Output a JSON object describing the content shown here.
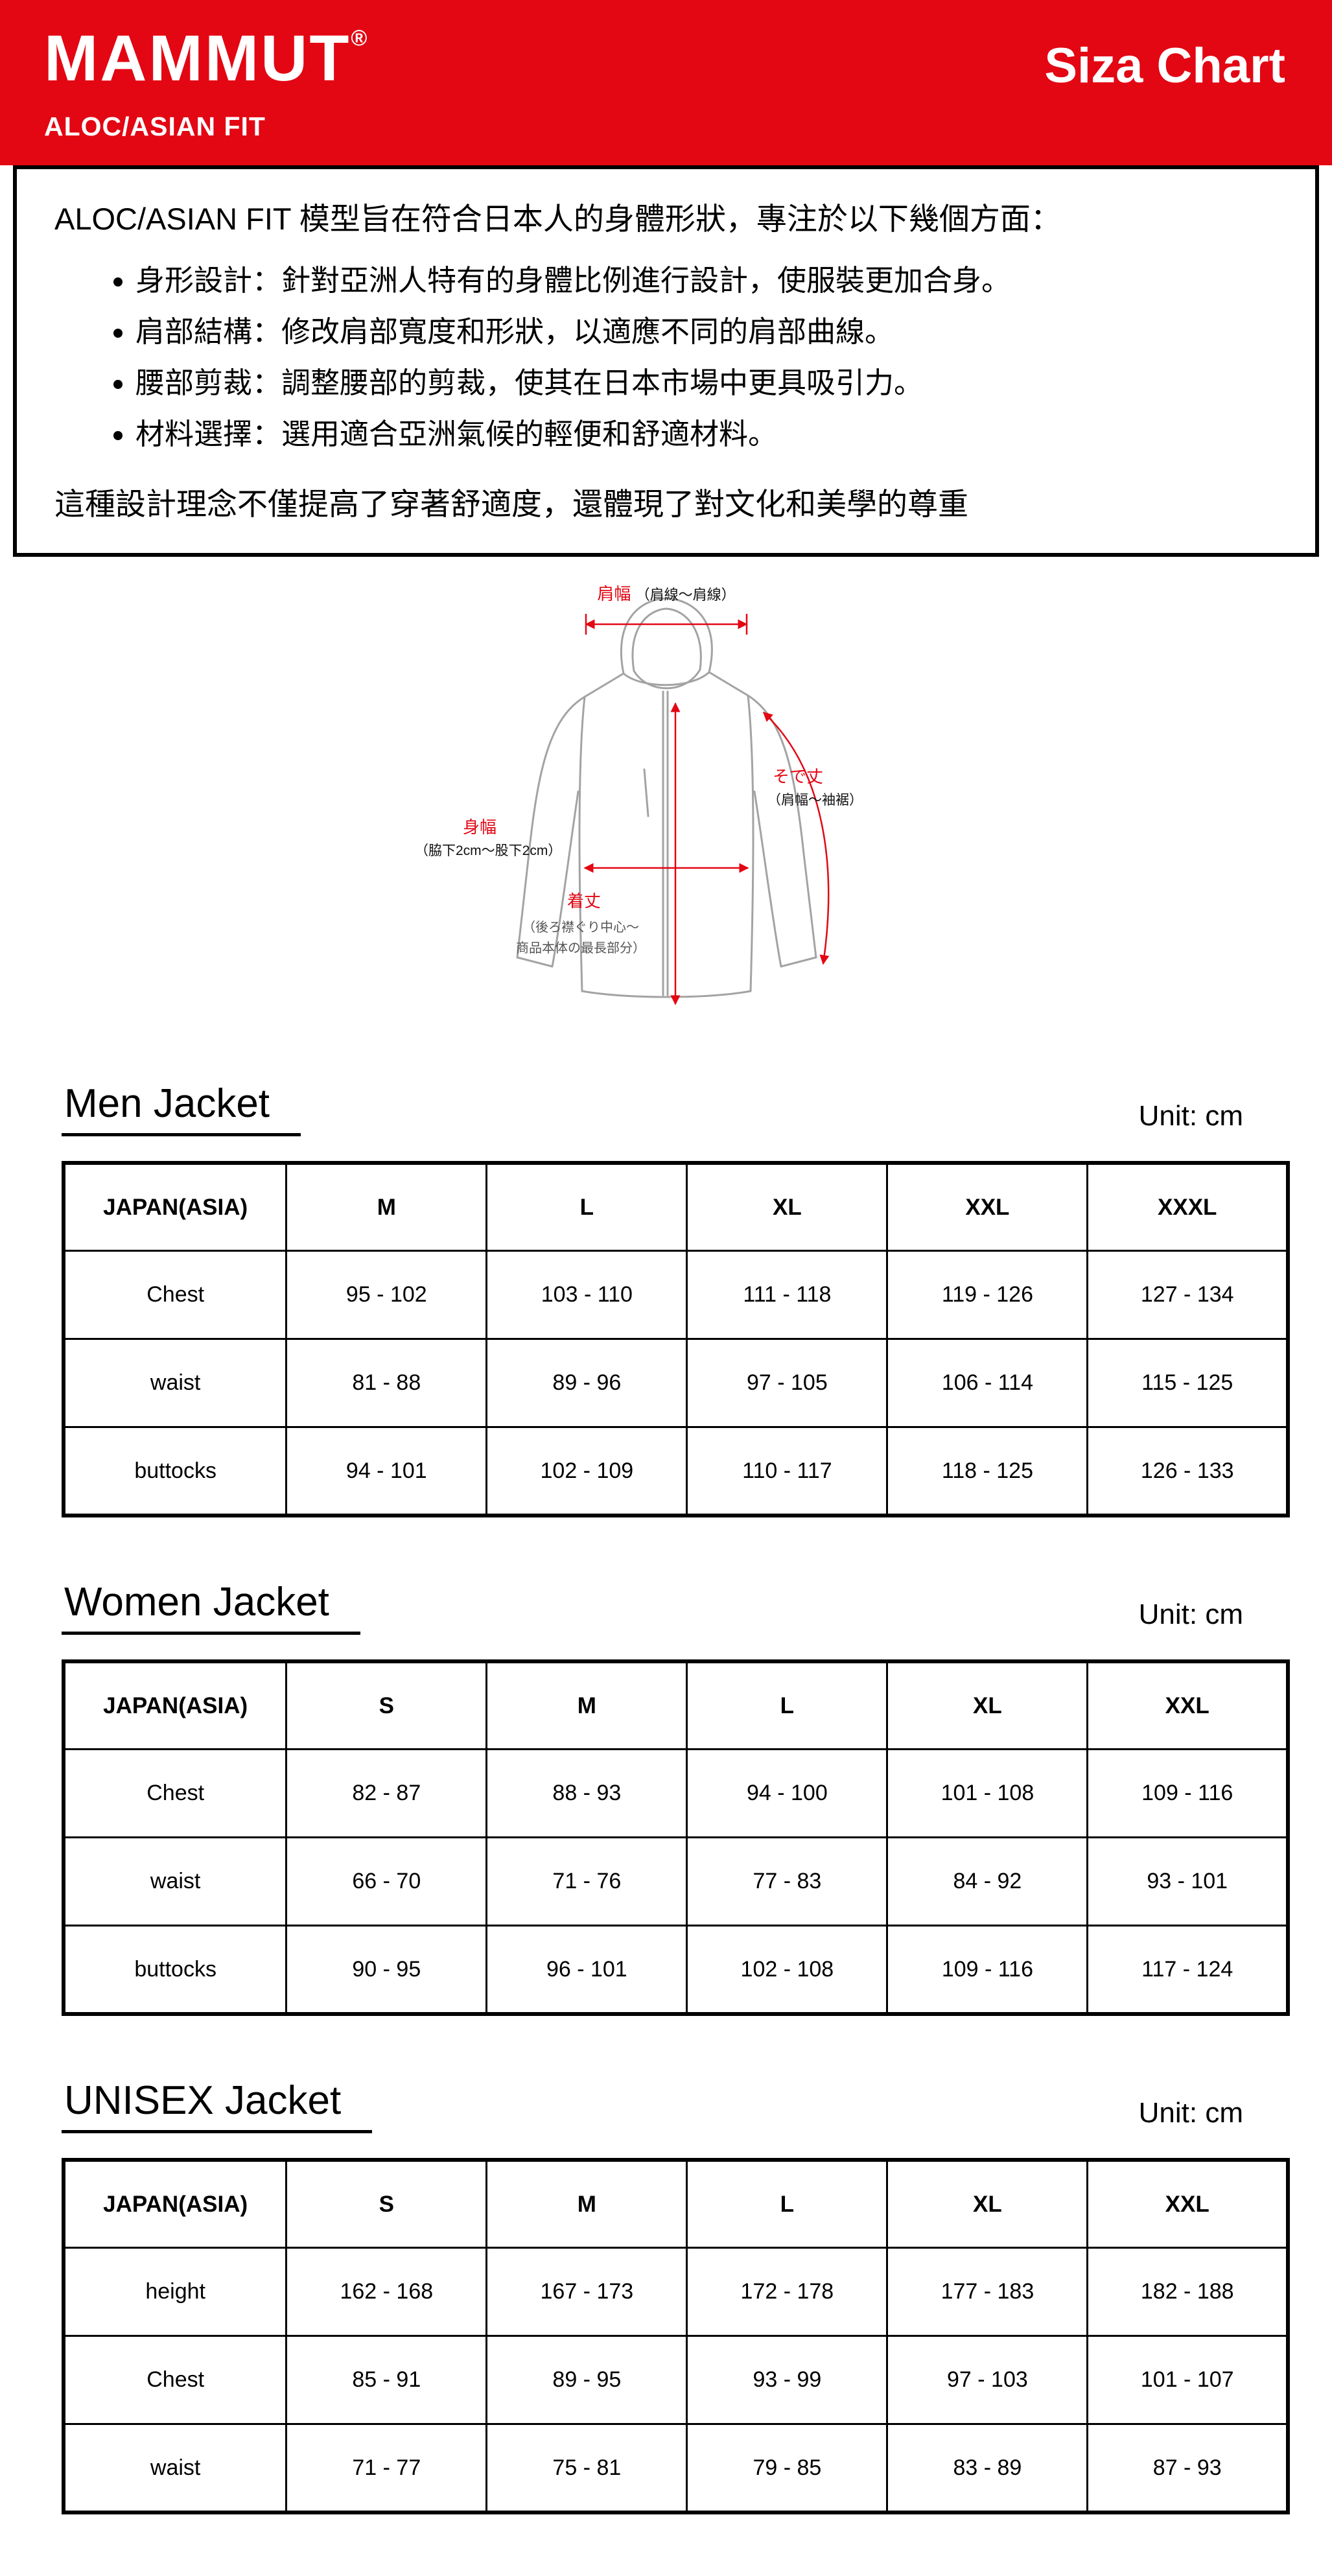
{
  "colors": {
    "brand_red": "#e30613"
  },
  "brand": {
    "logo": "MAMMUT",
    "registered": "®",
    "subtitle": "ALOC/ASIAN FIT",
    "page_title": "Siza Chart"
  },
  "intro": {
    "heading": "ALOC/ASIAN FIT 模型旨在符合日本人的身體形狀，專注於以下幾個方面：",
    "bullets": [
      "身形設計：針對亞洲人特有的身體比例進行設計，使服裝更加合身。",
      "肩部結構：修改肩部寬度和形狀，以適應不同的肩部曲線。",
      "腰部剪裁：調整腰部的剪裁，使其在日本市場中更具吸引力。",
      "材料選擇：選用適合亞洲氣候的輕便和舒適材料。"
    ],
    "footer": "這種設計理念不僅提高了穿著舒適度，還體現了對文化和美學的尊重"
  },
  "diagram": {
    "shoulder": {
      "red": "肩幅",
      "black": "（肩線～肩線）"
    },
    "sleeve": {
      "red": "そで丈",
      "black": "（肩幅～袖裾）"
    },
    "body_width": {
      "red": "身幅",
      "black": "（脇下2cm～股下2cm）"
    },
    "length": {
      "red": "着丈",
      "black1": "（後ろ襟ぐり中心～",
      "black2": "商品本体の最長部分）"
    }
  },
  "tables": [
    {
      "title": "Men Jacket",
      "unit": "Unit: cm",
      "columns": [
        "JAPAN(ASIA)",
        "M",
        "L",
        "XL",
        "XXL",
        "XXXL"
      ],
      "rows": [
        {
          "label": "Chest",
          "values": [
            "95 - 102",
            "103 - 110",
            "111 - 118",
            "119 - 126",
            "127 - 134"
          ]
        },
        {
          "label": "waist",
          "values": [
            "81 - 88",
            "89 - 96",
            "97 - 105",
            "106 - 114",
            "115 - 125"
          ]
        },
        {
          "label": "buttocks",
          "values": [
            "94 - 101",
            "102 - 109",
            "110 - 117",
            "118 - 125",
            "126 - 133"
          ]
        }
      ]
    },
    {
      "title": "Women Jacket",
      "unit": "Unit: cm",
      "columns": [
        "JAPAN(ASIA)",
        "S",
        "M",
        "L",
        "XL",
        "XXL"
      ],
      "rows": [
        {
          "label": "Chest",
          "values": [
            "82 - 87",
            "88 - 93",
            "94 - 100",
            "101 - 108",
            "109 - 116"
          ]
        },
        {
          "label": "waist",
          "values": [
            "66 - 70",
            "71 - 76",
            "77 - 83",
            "84 - 92",
            "93 - 101"
          ]
        },
        {
          "label": "buttocks",
          "values": [
            "90 - 95",
            "96 - 101",
            "102 - 108",
            "109 - 116",
            "117 - 124"
          ]
        }
      ]
    },
    {
      "title": "UNISEX Jacket",
      "unit": "Unit: cm",
      "columns": [
        "JAPAN(ASIA)",
        "S",
        "M",
        "L",
        "XL",
        "XXL"
      ],
      "rows": [
        {
          "label": "height",
          "values": [
            "162 - 168",
            "167 - 173",
            "172 - 178",
            "177 - 183",
            "182 - 188"
          ]
        },
        {
          "label": "Chest",
          "values": [
            "85 - 91",
            "89 - 95",
            "93 - 99",
            "97 - 103",
            "101 - 107"
          ]
        },
        {
          "label": "waist",
          "values": [
            "71 - 77",
            "75 - 81",
            "79 - 85",
            "83 - 89",
            "87 - 93"
          ]
        }
      ]
    }
  ]
}
